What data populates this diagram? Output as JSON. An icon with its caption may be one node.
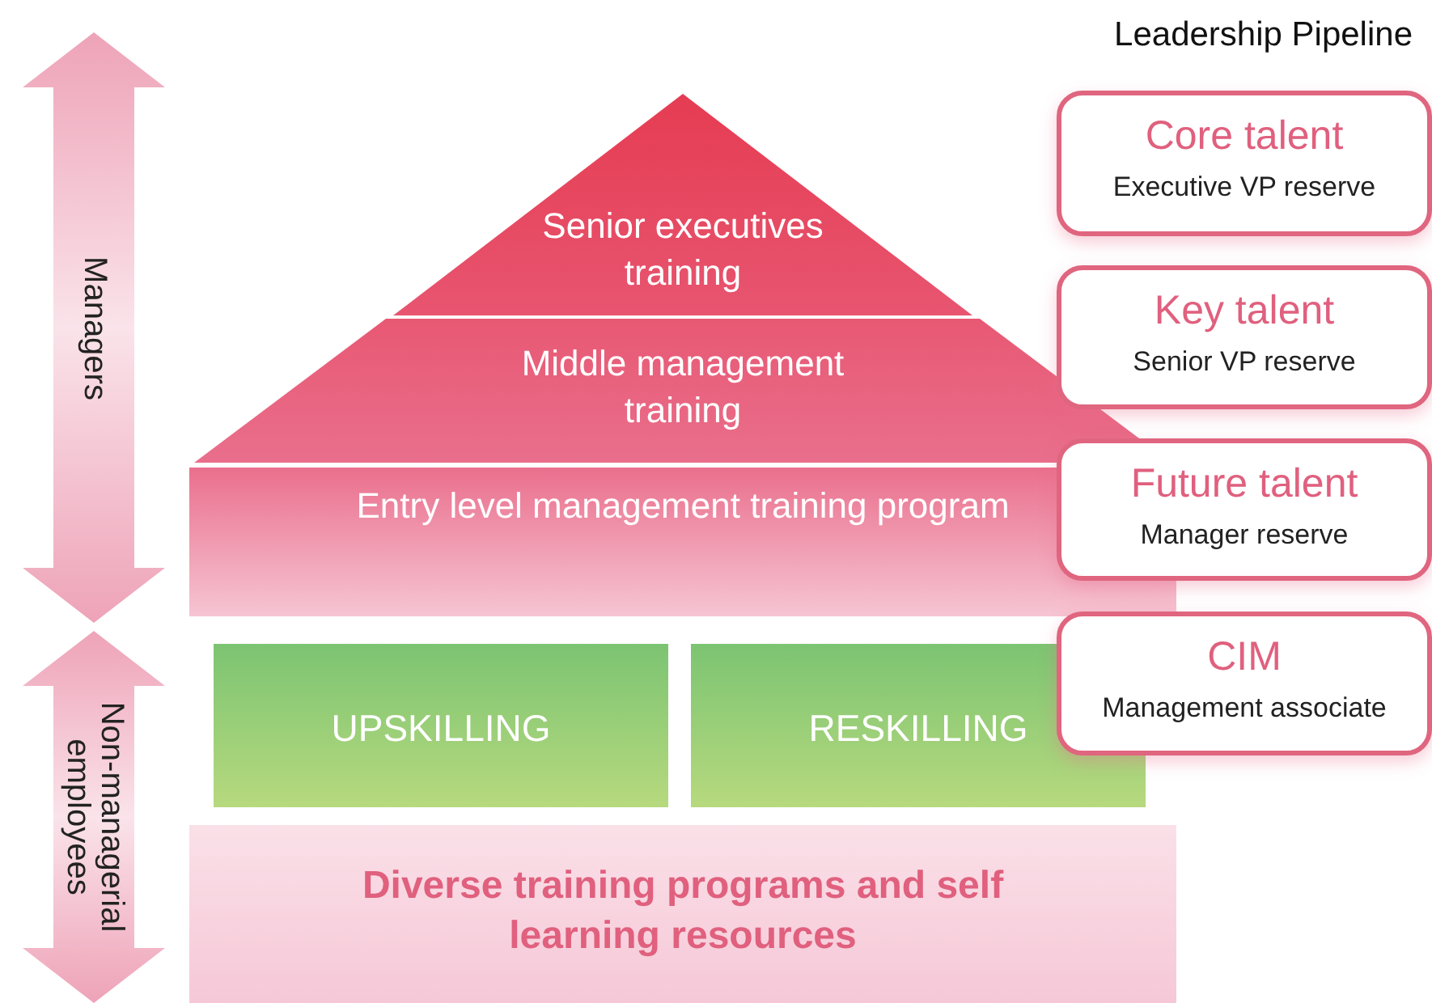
{
  "diagram": {
    "title": "Leadership Pipeline",
    "nodes": [
      {
        "text": [
          "Managers"
        ]
      },
      {
        "text": [
          "Non-managerial employees"
        ]
      },
      {
        "text": [
          "Senior executives training"
        ]
      },
      {
        "text": [
          "Middle management training"
        ]
      },
      {
        "text": [
          "Entry level management training program"
        ]
      },
      {
        "text": [
          "UPSKILLING"
        ]
      },
      {
        "text": [
          "RESKILLING"
        ]
      },
      {
        "text": [
          "Diverse training programs and self learning resources"
        ]
      },
      {
        "text": [
          "Core talent",
          "Executive VP reserve"
        ]
      },
      {
        "text": [
          "Key talent",
          "Senior VP reserve"
        ]
      },
      {
        "text": [
          "Future talent",
          "Manager reserve"
        ]
      },
      {
        "text": [
          "CIM",
          "Management associate"
        ]
      }
    ],
    "edges": []
  }
}
